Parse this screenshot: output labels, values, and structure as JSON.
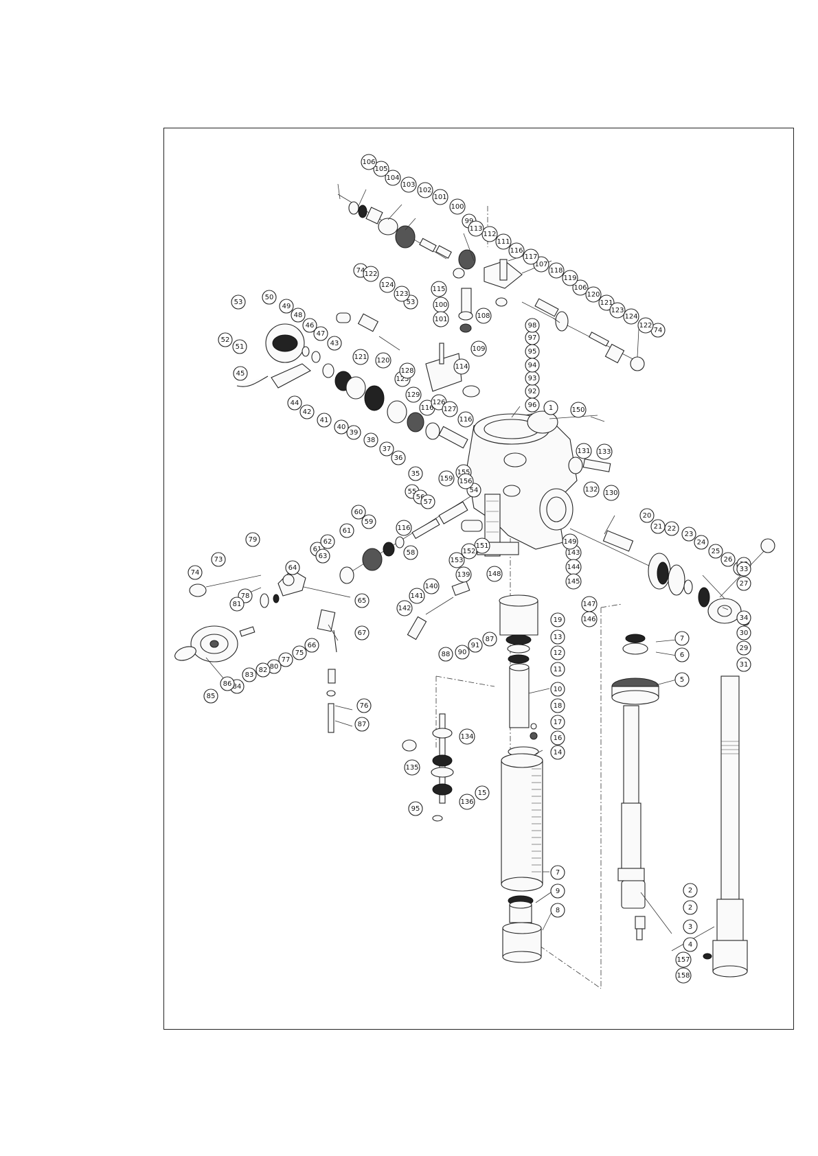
{
  "diagram": {
    "part_labels": [
      "1",
      "2",
      "3",
      "4",
      "5",
      "6",
      "7",
      "8",
      "9",
      "10",
      "11",
      "12",
      "13",
      "14",
      "15",
      "16",
      "17",
      "18",
      "19",
      "20",
      "21",
      "22",
      "23",
      "24",
      "25",
      "26",
      "27",
      "28",
      "29",
      "30",
      "31",
      "32",
      "33",
      "34",
      "35",
      "36",
      "37",
      "38",
      "39",
      "40",
      "41",
      "42",
      "43",
      "44",
      "45",
      "46",
      "47",
      "48",
      "49",
      "50",
      "51",
      "52",
      "53",
      "54",
      "55",
      "56",
      "57",
      "58",
      "59",
      "60",
      "61",
      "62",
      "63",
      "64",
      "65",
      "66",
      "67",
      "73",
      "74",
      "75",
      "76",
      "77",
      "78",
      "79",
      "80",
      "81",
      "82",
      "83",
      "84",
      "85",
      "86",
      "87",
      "88",
      "90",
      "91",
      "92",
      "93",
      "94",
      "95",
      "96",
      "97",
      "98",
      "99",
      "100",
      "101",
      "102",
      "103",
      "104",
      "105",
      "106",
      "107",
      "108",
      "109",
      "111",
      "112",
      "113",
      "114",
      "115",
      "116",
      "117",
      "118",
      "119",
      "120",
      "121",
      "122",
      "123",
      "124",
      "125",
      "126",
      "127",
      "128",
      "129",
      "130",
      "131",
      "132",
      "133",
      "134",
      "135",
      "136",
      "139",
      "140",
      "141",
      "142",
      "143",
      "144",
      "145",
      "146",
      "147",
      "148",
      "149",
      "150",
      "151",
      "152",
      "153",
      "155",
      "156",
      "157",
      "158",
      "159"
    ]
  }
}
